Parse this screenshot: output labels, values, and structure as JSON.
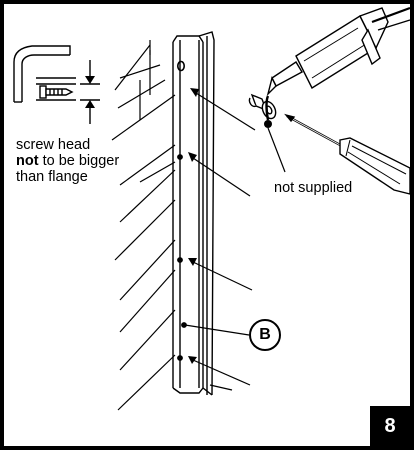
{
  "labels": {
    "note_line1": "screw head",
    "note_bold": "not",
    "note_line2_rest": " to be bigger",
    "note_line3": "than flange",
    "not_supplied": "not supplied",
    "callout_b": "B",
    "step_number": "8"
  },
  "colors": {
    "line": "#000000",
    "background": "#ffffff",
    "badge": "#000000"
  },
  "icons": [
    "caulking-gun-icon",
    "screwdriver-icon",
    "screw-icon",
    "arrow-icon"
  ]
}
